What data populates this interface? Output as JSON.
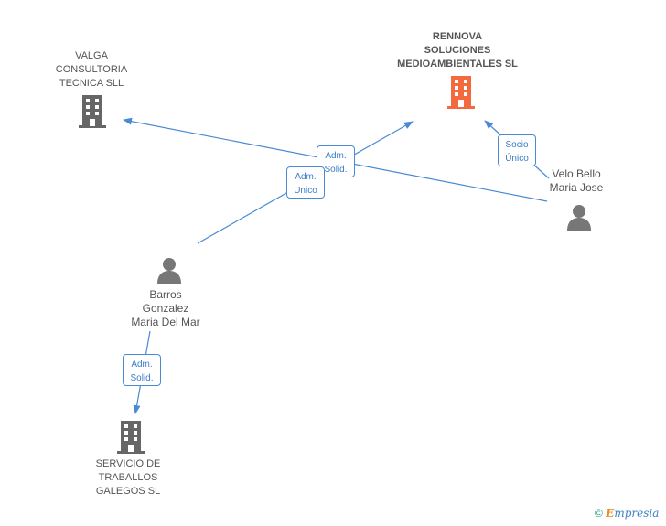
{
  "nodes": {
    "rennova": {
      "name": "RENNOVA\nSOLUCIONES\nMEDIOAMBIENTALES SL",
      "color": "#f26a3d"
    },
    "valga": {
      "name": "VALGA\nCONSULTORIA\nTECNICA  SLL",
      "color": "#666666"
    },
    "servicio": {
      "name": "SERVICIO DE\nTRABALLOS\nGALEGOS  SL",
      "color": "#666666"
    },
    "velo": {
      "name": "Velo Bello\nMaria Jose"
    },
    "barros": {
      "name": "Barros\nGonzalez\nMaria Del Mar"
    }
  },
  "edges": {
    "velo_valga": "Adm.\nSolid.",
    "barros_rennova": "Adm.\nUnico",
    "velo_rennova": "Socio\nÚnico",
    "barros_servicio": "Adm.\nSolid."
  },
  "colors": {
    "edge": "#4a8ad4",
    "person": "#777777"
  },
  "footer": {
    "copyright": "©",
    "brand_e": "E",
    "brand_rest": "mpresia"
  }
}
